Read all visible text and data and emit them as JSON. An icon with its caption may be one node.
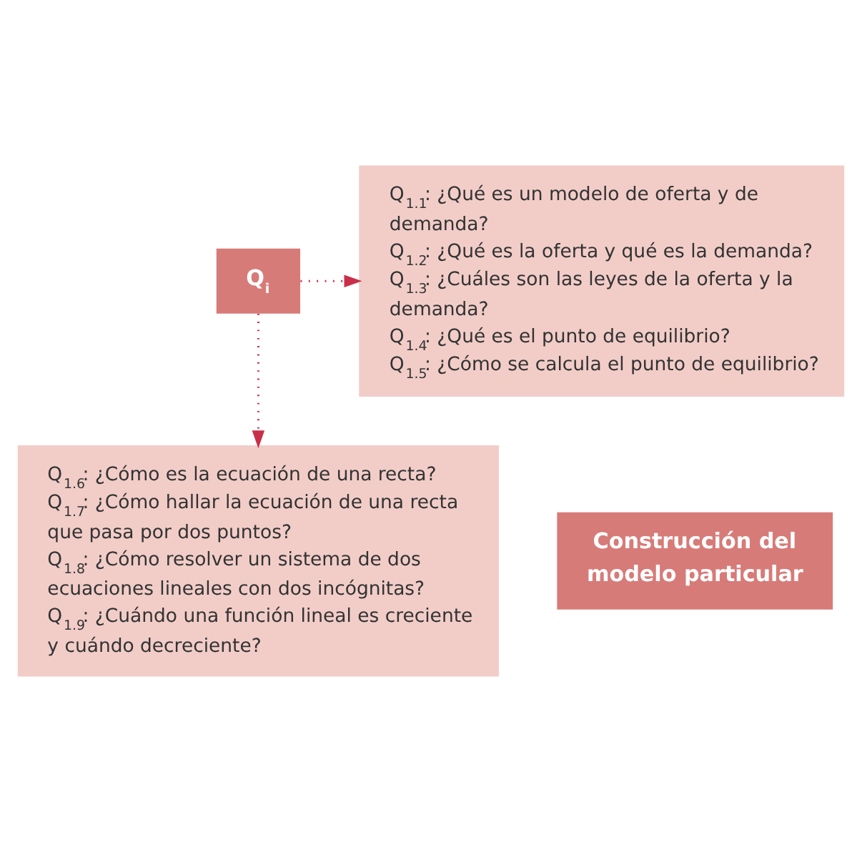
{
  "diagram": {
    "nodes": [
      {
        "text": [
          "Q$_{i}$"
        ]
      },
      {
        "text": [
          "Q$_{1.1}$: ¿Qué es un modelo de oferta y de demanda?",
          "Q$_{1.2}$: ¿Qué es la oferta y qué es la demanda?",
          "Q$_{1.3}$: ¿Cuáles son las leyes de la oferta y la demanda?",
          "Q$_{1.4}$: ¿Qué es el punto de equilibrio?",
          "Q$_{1.5}$: ¿Cómo se calcula el punto de equilibrio?"
        ]
      },
      {
        "text": [
          "Construcción del modelo particular"
        ]
      },
      {
        "text": [
          "Q$_{1.6}$: ¿Cómo es la ecuación de una recta?",
          "Q$_{1.7}$: ¿Cómo hallar la ecuación de una recta que pasa por dos puntos?",
          "Q$_{1.8}$: ¿Cómo resolver un sistema de dos ecuaciones lineales con dos incógnitas?",
          "Q$_{1.9}$: ¿Cuándo una función lineal es creciente y cuándo decreciente?"
        ]
      }
    ],
    "edges": [
      {
        "from": 0,
        "to": 1,
        "arrow": "to",
        "style": "dashed"
      },
      {
        "from": 0,
        "to": 3,
        "arrow": "to",
        "style": "dashed"
      }
    ]
  }
}
